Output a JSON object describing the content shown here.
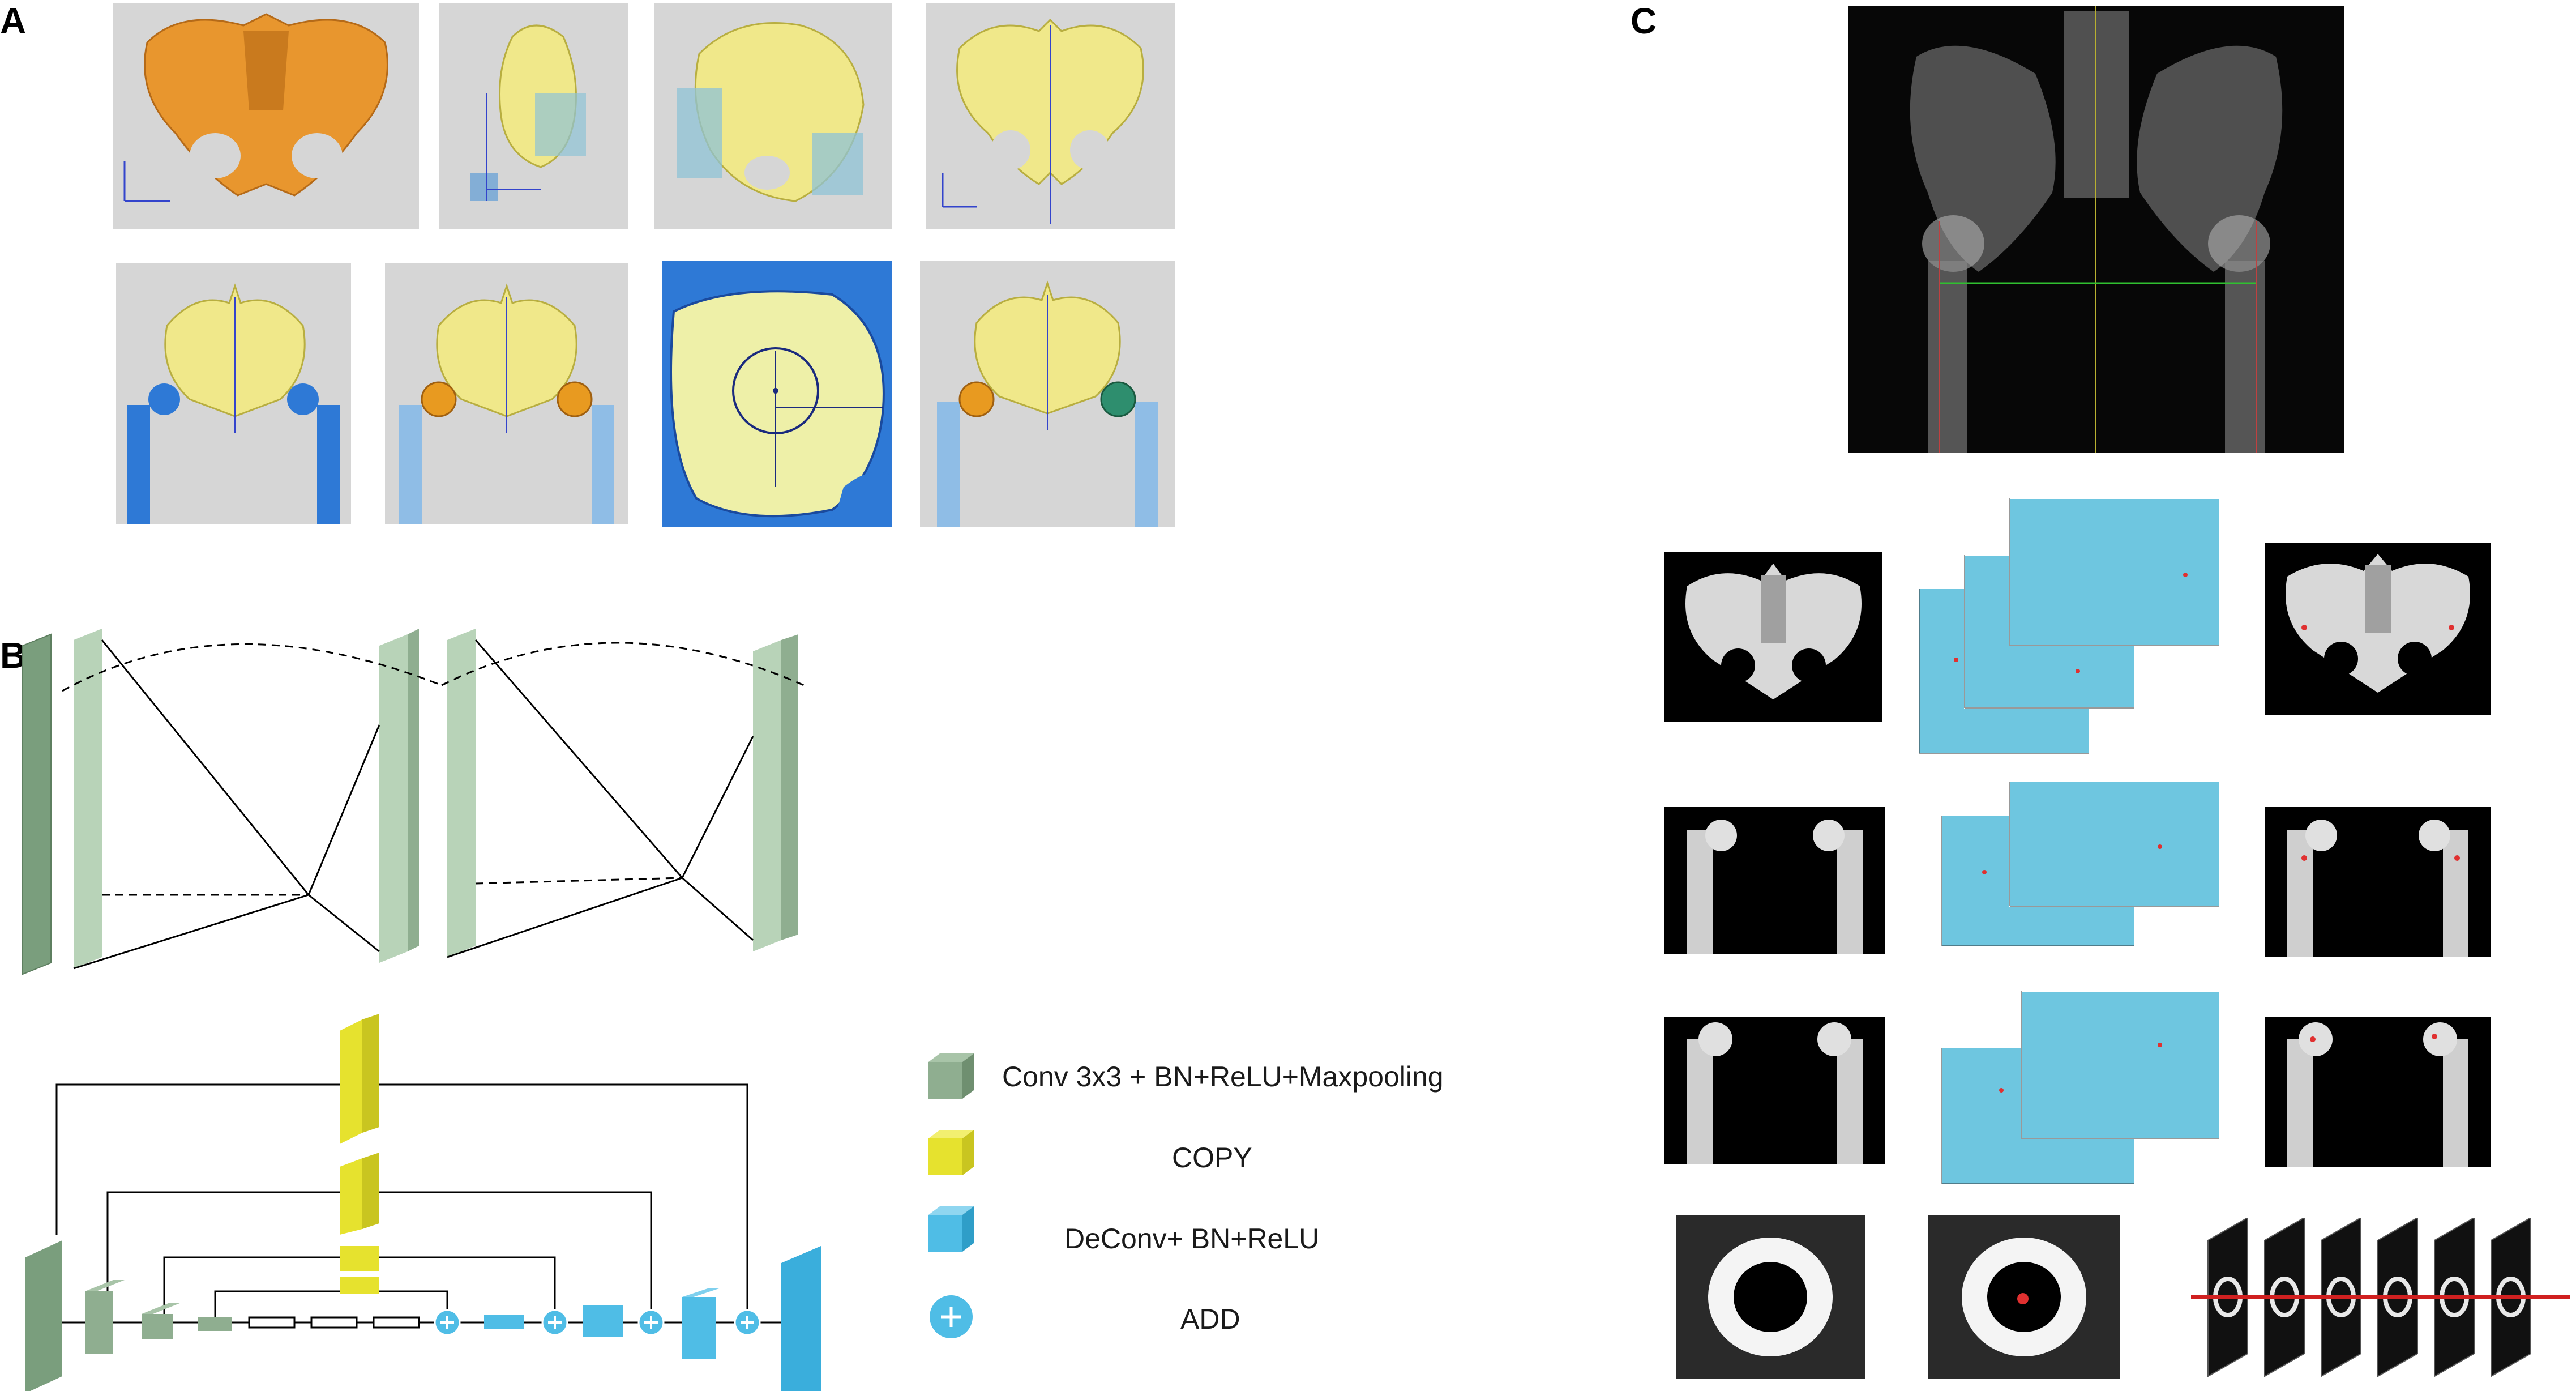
{
  "panels": {
    "a": {
      "label": "A"
    },
    "b": {
      "label": "B"
    },
    "c": {
      "label": "C"
    }
  },
  "legend": {
    "conv": "Conv 3x3 + BN+ReLU+Maxpooling",
    "copy": "COPY",
    "deconv": "DeConv+ BN+ReLU",
    "add": "ADD"
  },
  "colors": {
    "bone_orange": "#e8962e",
    "bone_yellow": "#f0e88a",
    "femur_blue": "#2e79d6",
    "conv_green": "#8fae90",
    "copy_yellow": "#d8d42a",
    "deconv_blue": "#4fbde6",
    "plot_blue": "#6ec6e0",
    "marker_red": "#e03030"
  },
  "icons": {
    "add": "circle-plus-icon"
  }
}
